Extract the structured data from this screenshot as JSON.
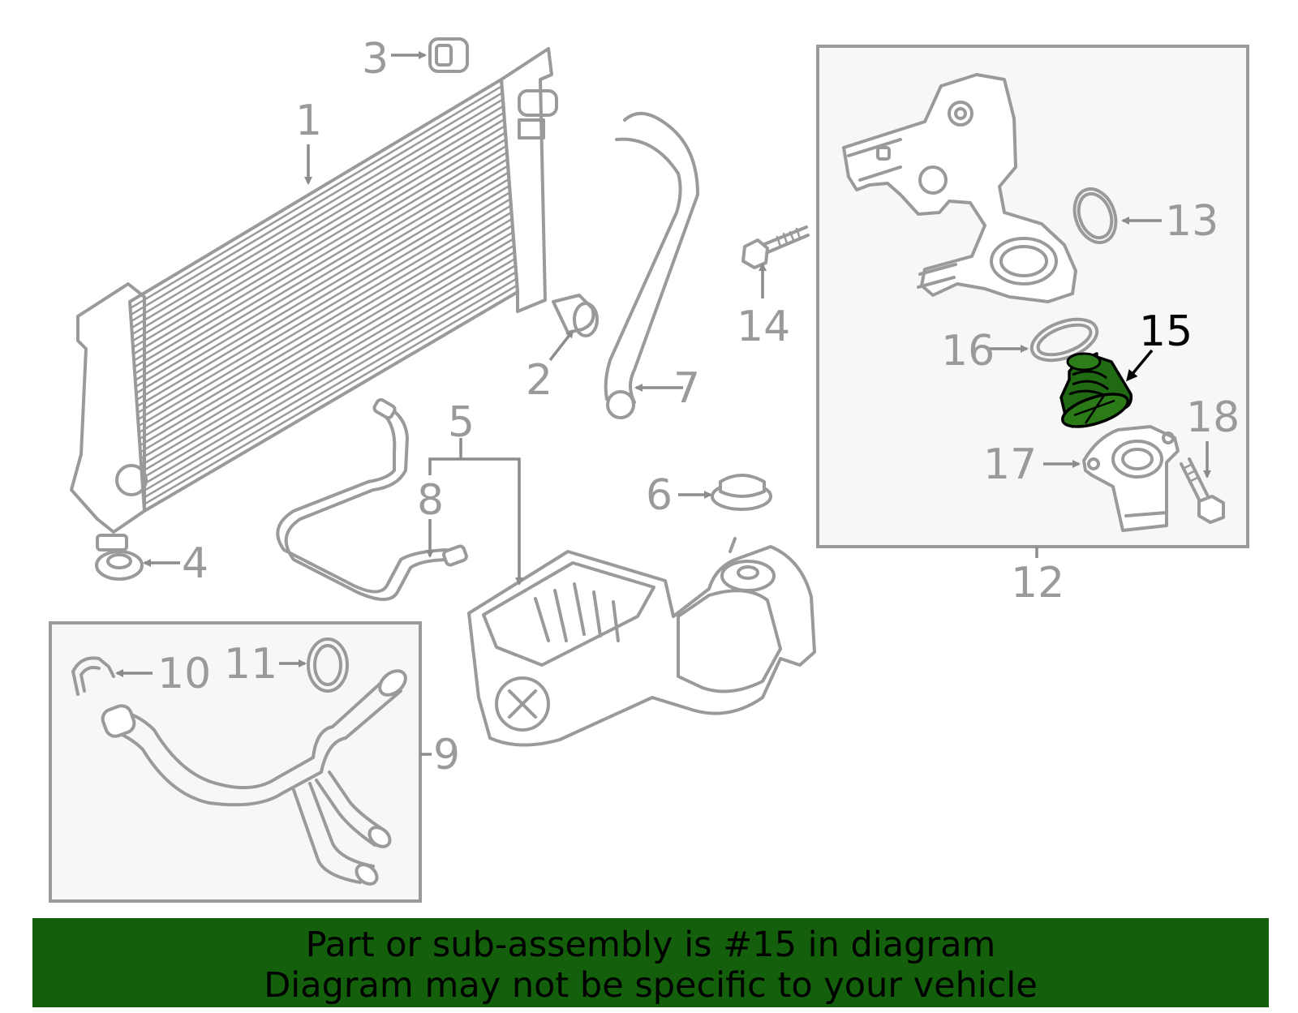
{
  "diagram": {
    "highlighted_part": "15",
    "highlight_color": "#1f6a12",
    "callouts": [
      "1",
      "2",
      "3",
      "4",
      "5",
      "6",
      "7",
      "8",
      "9",
      "10",
      "11",
      "12",
      "13",
      "14",
      "15",
      "16",
      "17",
      "18"
    ]
  },
  "banner": {
    "background": "#135f0b",
    "line1": "Part or sub-assembly is #15 in diagram",
    "line2": "Diagram may not be specific to your vehicle"
  }
}
